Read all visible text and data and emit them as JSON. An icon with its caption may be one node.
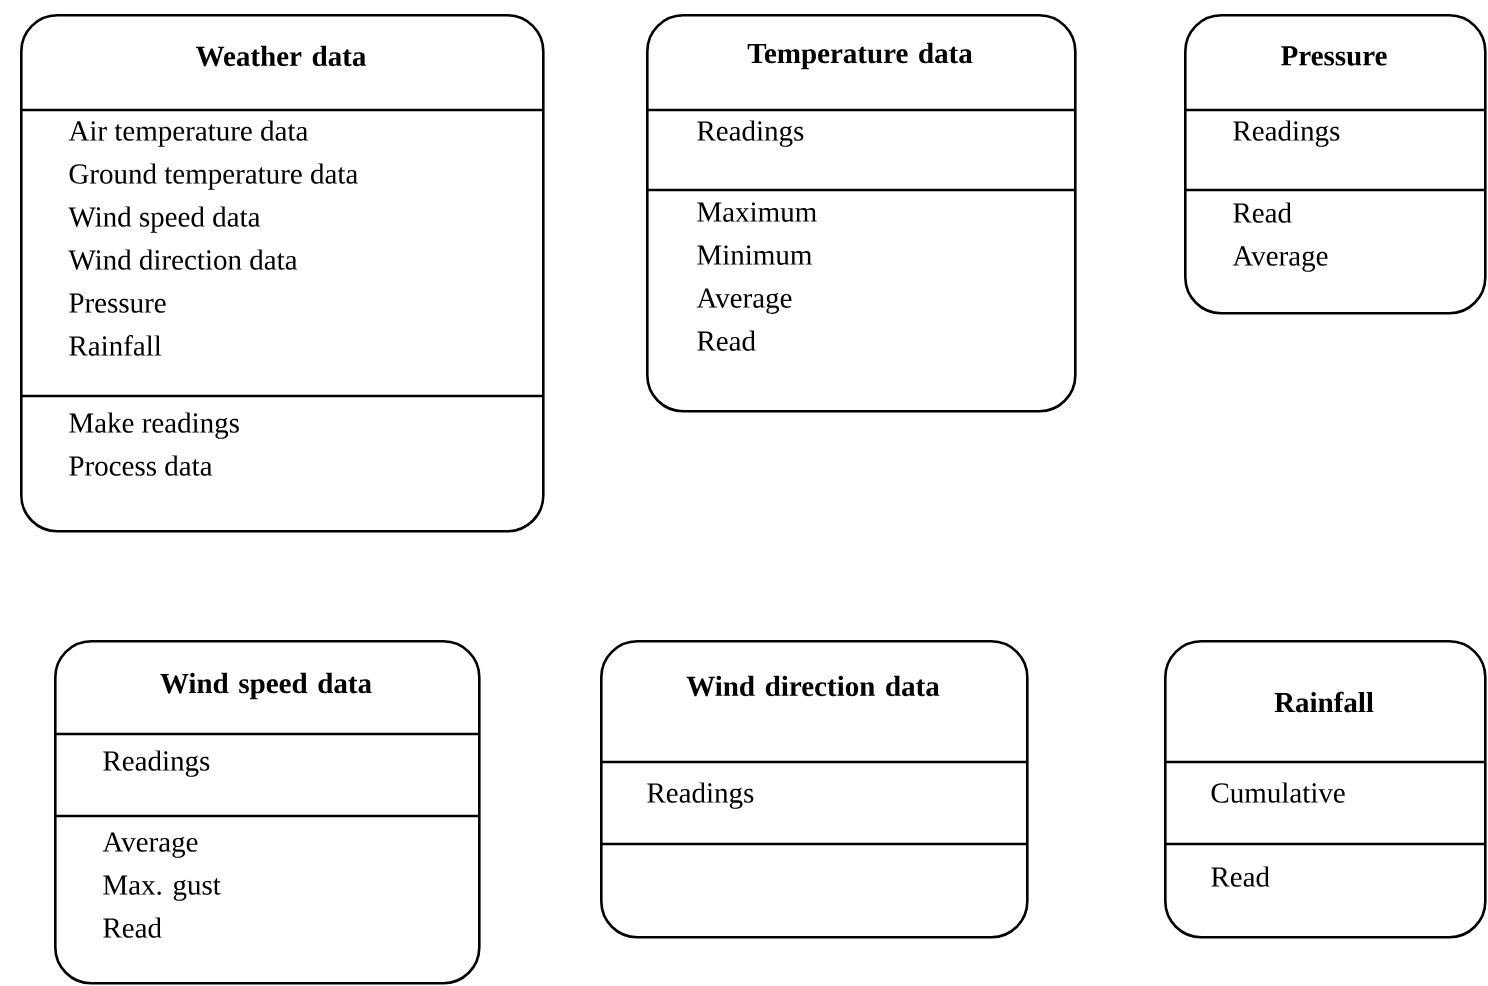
{
  "diagram": {
    "nodes": [
      {
        "text": [
          "Weather data"
        ]
      },
      {
        "text": [
          "Air temperature data",
          "Ground temperature data",
          "Wind speed data",
          "Wind direction data",
          "Pressure",
          "Rainfall"
        ],
        "in": 0
      },
      {
        "text": [
          "Make readings",
          "Process data"
        ],
        "in": 0
      },
      {
        "text": [
          "Temperature data"
        ]
      },
      {
        "text": [
          "Readings"
        ],
        "in": 3
      },
      {
        "text": [
          "Maximum",
          "Minimum",
          "Average",
          "Read"
        ],
        "in": 3
      },
      {
        "text": [
          "Pressure"
        ]
      },
      {
        "text": [
          "Readings"
        ],
        "in": 6
      },
      {
        "text": [
          "Read",
          "Average"
        ],
        "in": 6
      },
      {
        "text": [
          "Wind speed data"
        ]
      },
      {
        "text": [
          "Readings"
        ],
        "in": 9
      },
      {
        "text": [
          "Average",
          "Max. gust",
          "Read"
        ],
        "in": 9
      },
      {
        "text": [
          "Wind direction data"
        ]
      },
      {
        "text": [
          "Readings"
        ],
        "in": 12
      },
      {
        "text": [],
        "shape": "box",
        "in": 12
      },
      {
        "text": [
          "Rainfall"
        ]
      },
      {
        "text": [
          "Cumulative"
        ],
        "in": 15
      },
      {
        "text": [
          "Read"
        ],
        "in": 15
      }
    ]
  }
}
